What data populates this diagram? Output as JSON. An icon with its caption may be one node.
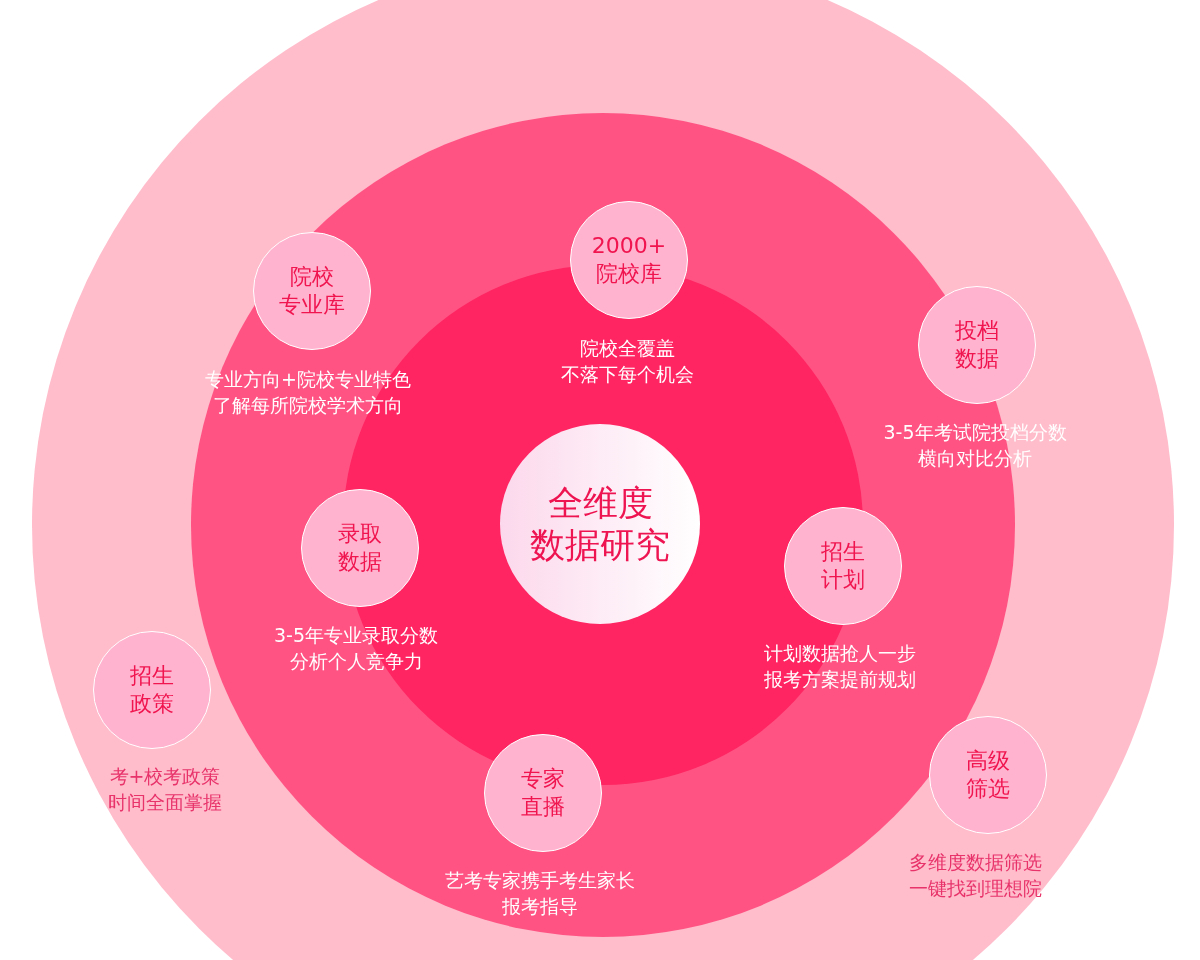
{
  "diagram": {
    "nodes": [
      {
        "text": [
          "2000+院校库"
        ],
        "beside": [
          "院校全覆盖不落下每个机会"
        ]
      },
      {
        "text": [
          "院校专业库"
        ],
        "beside": [
          "专业方向+院校专业特色了解每所院校学术方向"
        ]
      },
      {
        "text": [
          "投档数据"
        ],
        "beside": [
          "3-5年考试院投档分数横向对比分析"
        ]
      },
      {
        "text": [
          "全维度数据研究"
        ]
      },
      {
        "text": [
          "录取数据"
        ],
        "beside": [
          "3-5年专业录取分数分析个人竞争力"
        ]
      },
      {
        "text": [
          "招生计划"
        ],
        "beside": [
          "计划数据抢人一步报考方案提前规划"
        ]
      },
      {
        "text": [
          "招生政策"
        ],
        "beside": [
          "考+校考政策时间全面掌握"
        ]
      },
      {
        "text": [
          "高级筛选"
        ],
        "beside": [
          "多维度数据筛选一键找到理想院"
        ]
      },
      {
        "text": [
          "专家直播"
        ],
        "beside": [
          "艺考专家携手考生家长报考指导"
        ]
      }
    ]
  }
}
